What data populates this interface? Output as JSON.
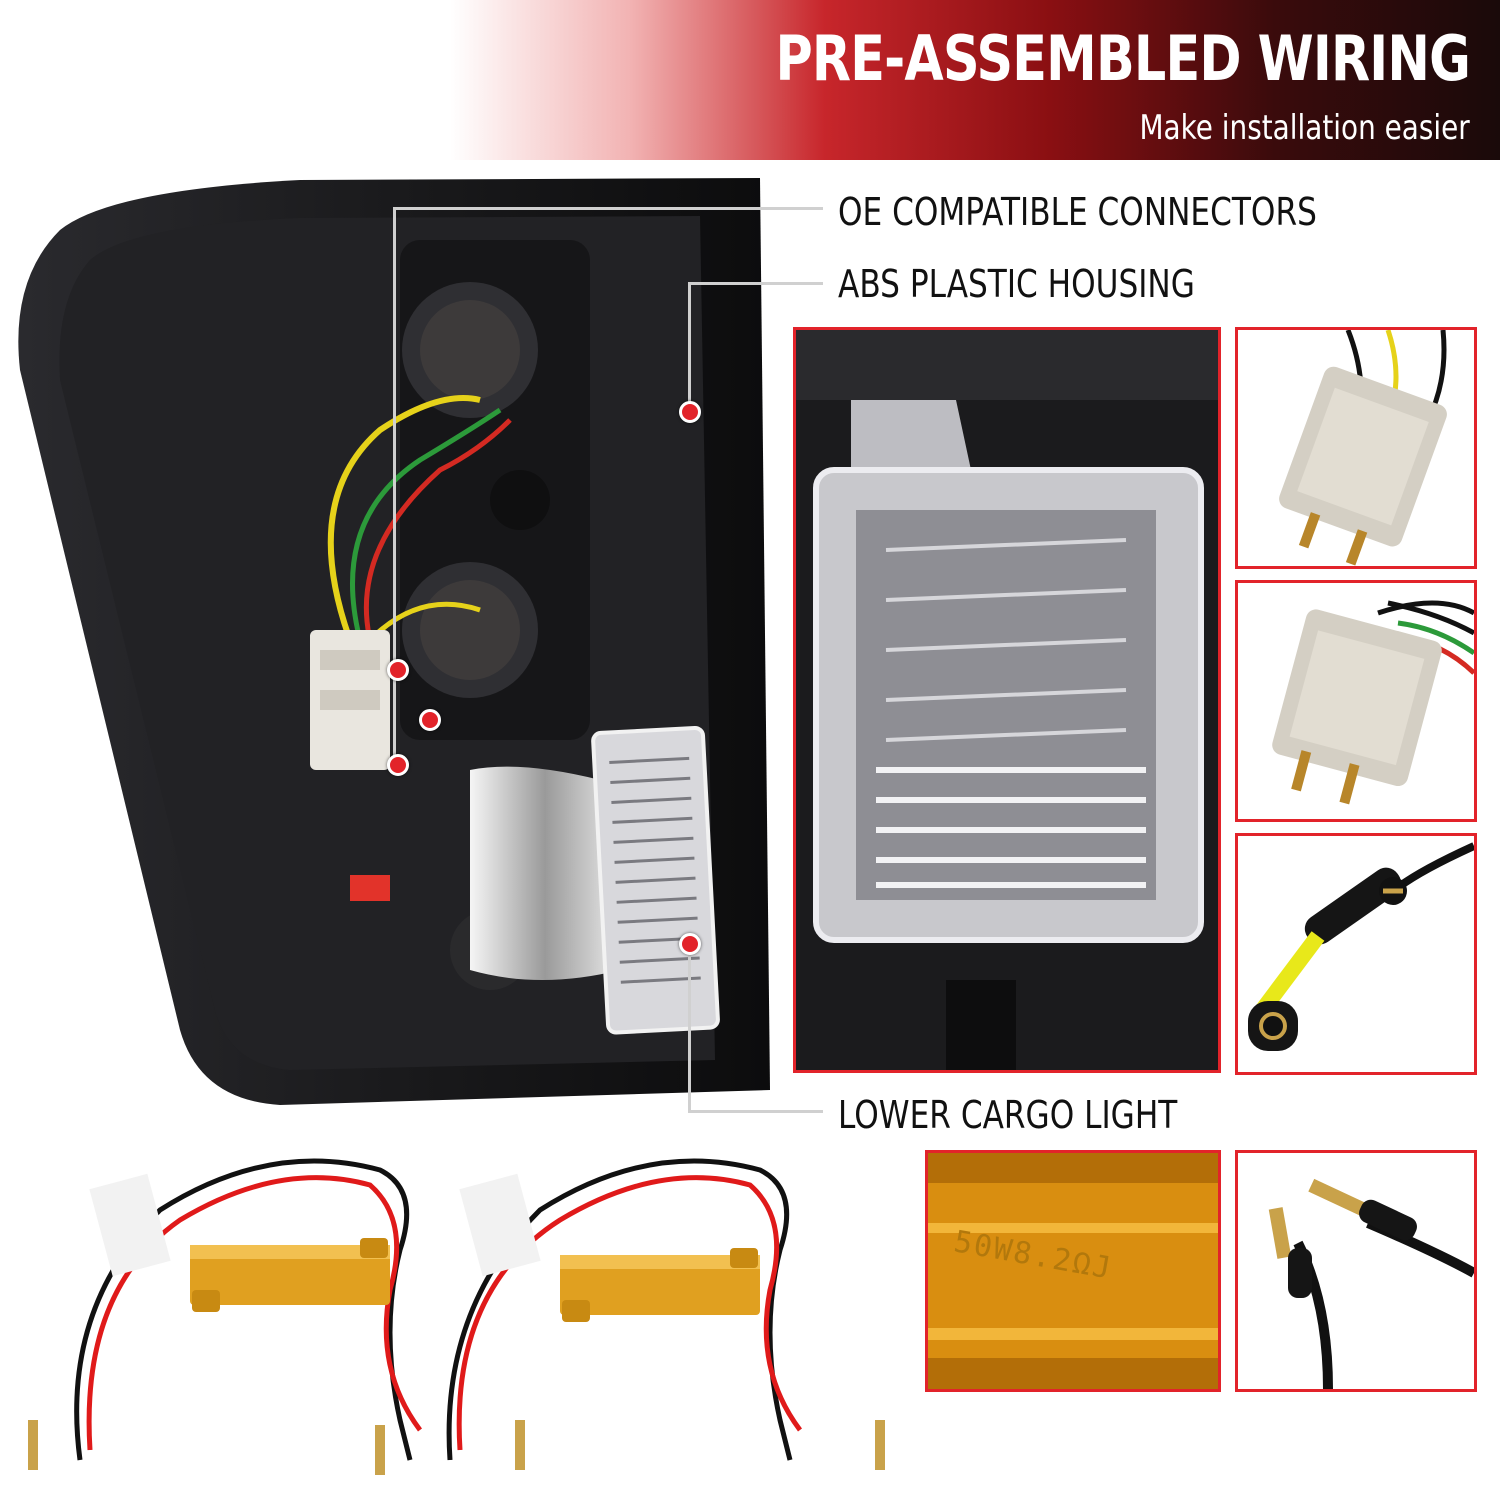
{
  "header": {
    "title": "PRE-ASSEMBLED WIRING",
    "subtitle": "Make installation easier"
  },
  "callouts": {
    "oe_connectors": "OE COMPATIBLE CONNECTORS",
    "abs_housing": "ABS PLASTIC HOUSING",
    "cargo_light": "LOWER CARGO LIGHT"
  },
  "resistor_marking": "50W8.2ΩJ",
  "colors": {
    "accent_red": "#e2232a",
    "header_dark": "#1a0a0a",
    "resistor_gold": "#e0a020"
  }
}
